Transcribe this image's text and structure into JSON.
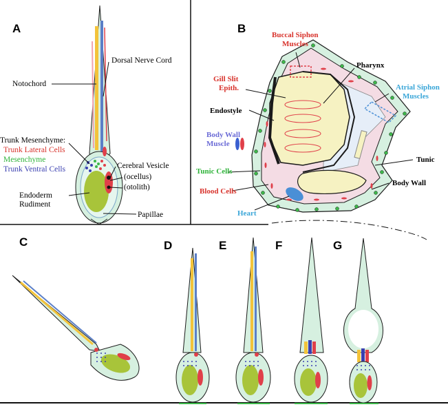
{
  "panels": {
    "a": "A",
    "b": "B",
    "c": "C",
    "d": "D",
    "e": "E",
    "f": "F",
    "g": "G"
  },
  "panel_a": {
    "dorsal_nerve_cord": "Dorsal Nerve Cord",
    "notochord": "Notochord",
    "trunk_mesenchyme": "Trunk Mesenchyme:",
    "trunk_lateral_cells": "Trunk Lateral Cells",
    "mesenchyme": "Mesenchyme",
    "trunk_ventral_cells": "Trunk Ventral Cells",
    "cerebral_vesicle": "Cerebral Vesicle",
    "ocellus": "(ocellus)",
    "otolith": "(otolith)",
    "endoderm_line1": "Endoderm",
    "endoderm_line2": "Rudiment",
    "papillae": "Papillae"
  },
  "panel_b": {
    "buccal_line1": "Buccal Siphon",
    "buccal_line2": "Muscles",
    "pharynx": "Pharynx",
    "gill_line1": "Gill Slit",
    "gill_line2": "Epith.",
    "atrial_line1": "Atrial Siphon",
    "atrial_line2": "Muscles",
    "endostyle": "Endostyle",
    "body_wall_muscle_line1": "Body Wall",
    "body_wall_muscle_line2": "Muscle",
    "tunic": "Tunic",
    "tunic_cells": "Tunic Cells",
    "body_wall": "Body Wall",
    "blood_cells": "Blood Cells",
    "heart": "Heart"
  },
  "colors": {
    "tunic_fill": "#d6f0e0",
    "outline": "#1a1a1a",
    "notochord": "#f3c33a",
    "nerve_cord": "#5b7fc7",
    "endoderm": "#a8c43a",
    "lateral_cells": "#e0404a",
    "mesenchyme": "#3db84a",
    "ventral_cells": "#3a3fb0",
    "heart": "#4a8fd6",
    "label_red": "#d8322b",
    "label_blue": "#3aa6d8",
    "label_green": "#2fb33a",
    "label_purple": "#6b6bd6",
    "stomach": "#f6f2c2",
    "body_wall_pink": "#f4dce4"
  }
}
